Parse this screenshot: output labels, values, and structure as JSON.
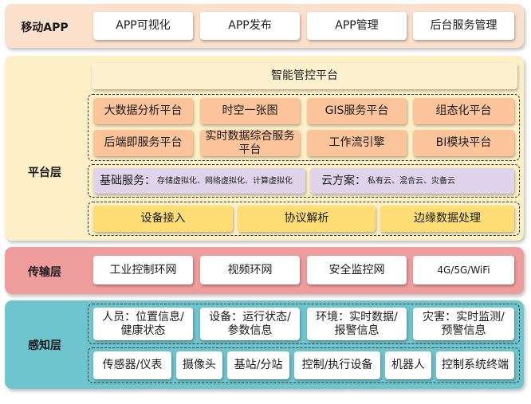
{
  "mobile": {
    "title": "移动APP",
    "items": [
      "APP可视化",
      "APP发布",
      "APP管理",
      "后台服务管理"
    ]
  },
  "platform": {
    "title": "平台层",
    "header": "智能管控平台",
    "grid": [
      "大数据分析平台",
      "时空一张图",
      "GIS服务平台",
      "组态化平台",
      "后端即服务平台",
      "实时数据综合服务平台",
      "工作流引擎",
      "BI模块平台"
    ],
    "basic": {
      "label": "基础服务：",
      "detail": "存储虚拟化、网络虚拟化、计算虚拟化"
    },
    "cloud": {
      "label": "云方案：",
      "detail": "私有云、混合云、灾备云"
    },
    "bottom": [
      "设备接入",
      "协议解析",
      "边缘数据处理"
    ]
  },
  "transport": {
    "title": "传输层",
    "items": [
      "工业控制环网",
      "视频环网",
      "安全监控网",
      "4G/5G/WiFi"
    ]
  },
  "perception": {
    "title": "感知层",
    "info": [
      "人员：位置信息/健康状态",
      "设备：运行状态/参数信息",
      "环境：实时数据/报警信息",
      "灾害：实时监测/预警信息"
    ],
    "devices": [
      "传感器/仪表",
      "摄像头",
      "基站/分站",
      "控制/执行设备",
      "机器人",
      "控制系统终端"
    ]
  }
}
